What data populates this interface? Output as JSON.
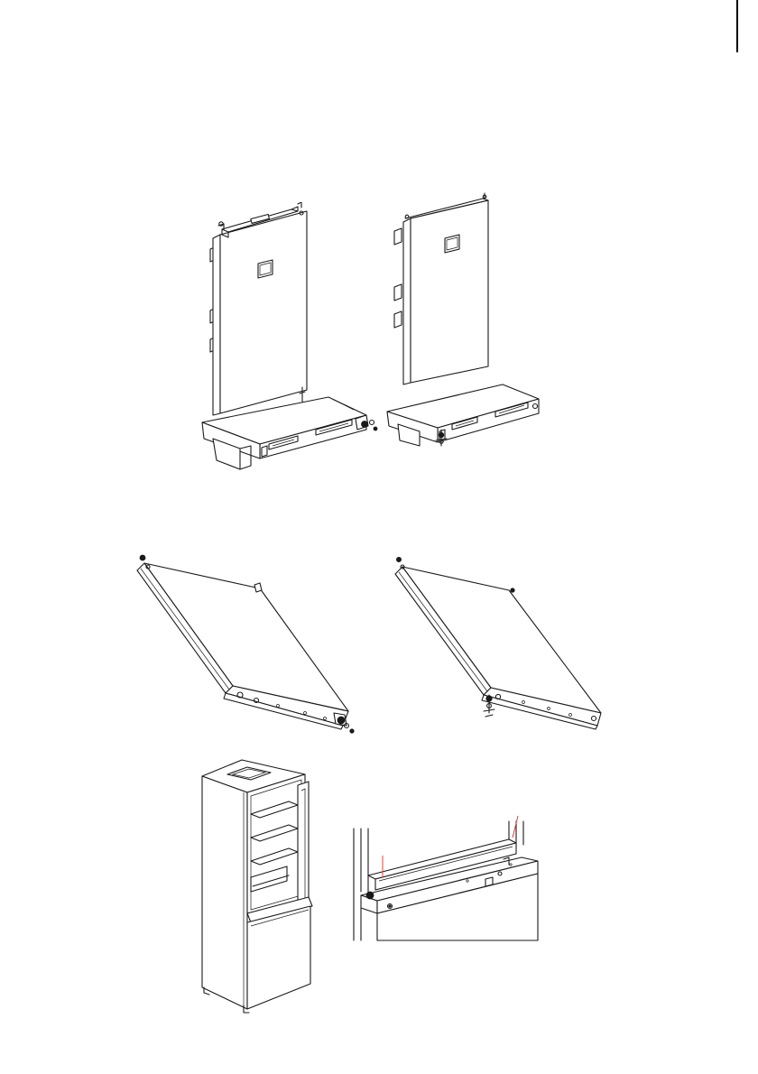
{
  "page": {
    "illustrations": [
      {
        "id": "door-with-top-hinge-bracket"
      },
      {
        "id": "door-without-top-hinge"
      },
      {
        "id": "lower-door-hinge-left"
      },
      {
        "id": "lower-door-hinge-right"
      },
      {
        "id": "refrigerator-open-overview"
      },
      {
        "id": "middle-hinge-detail"
      }
    ]
  }
}
